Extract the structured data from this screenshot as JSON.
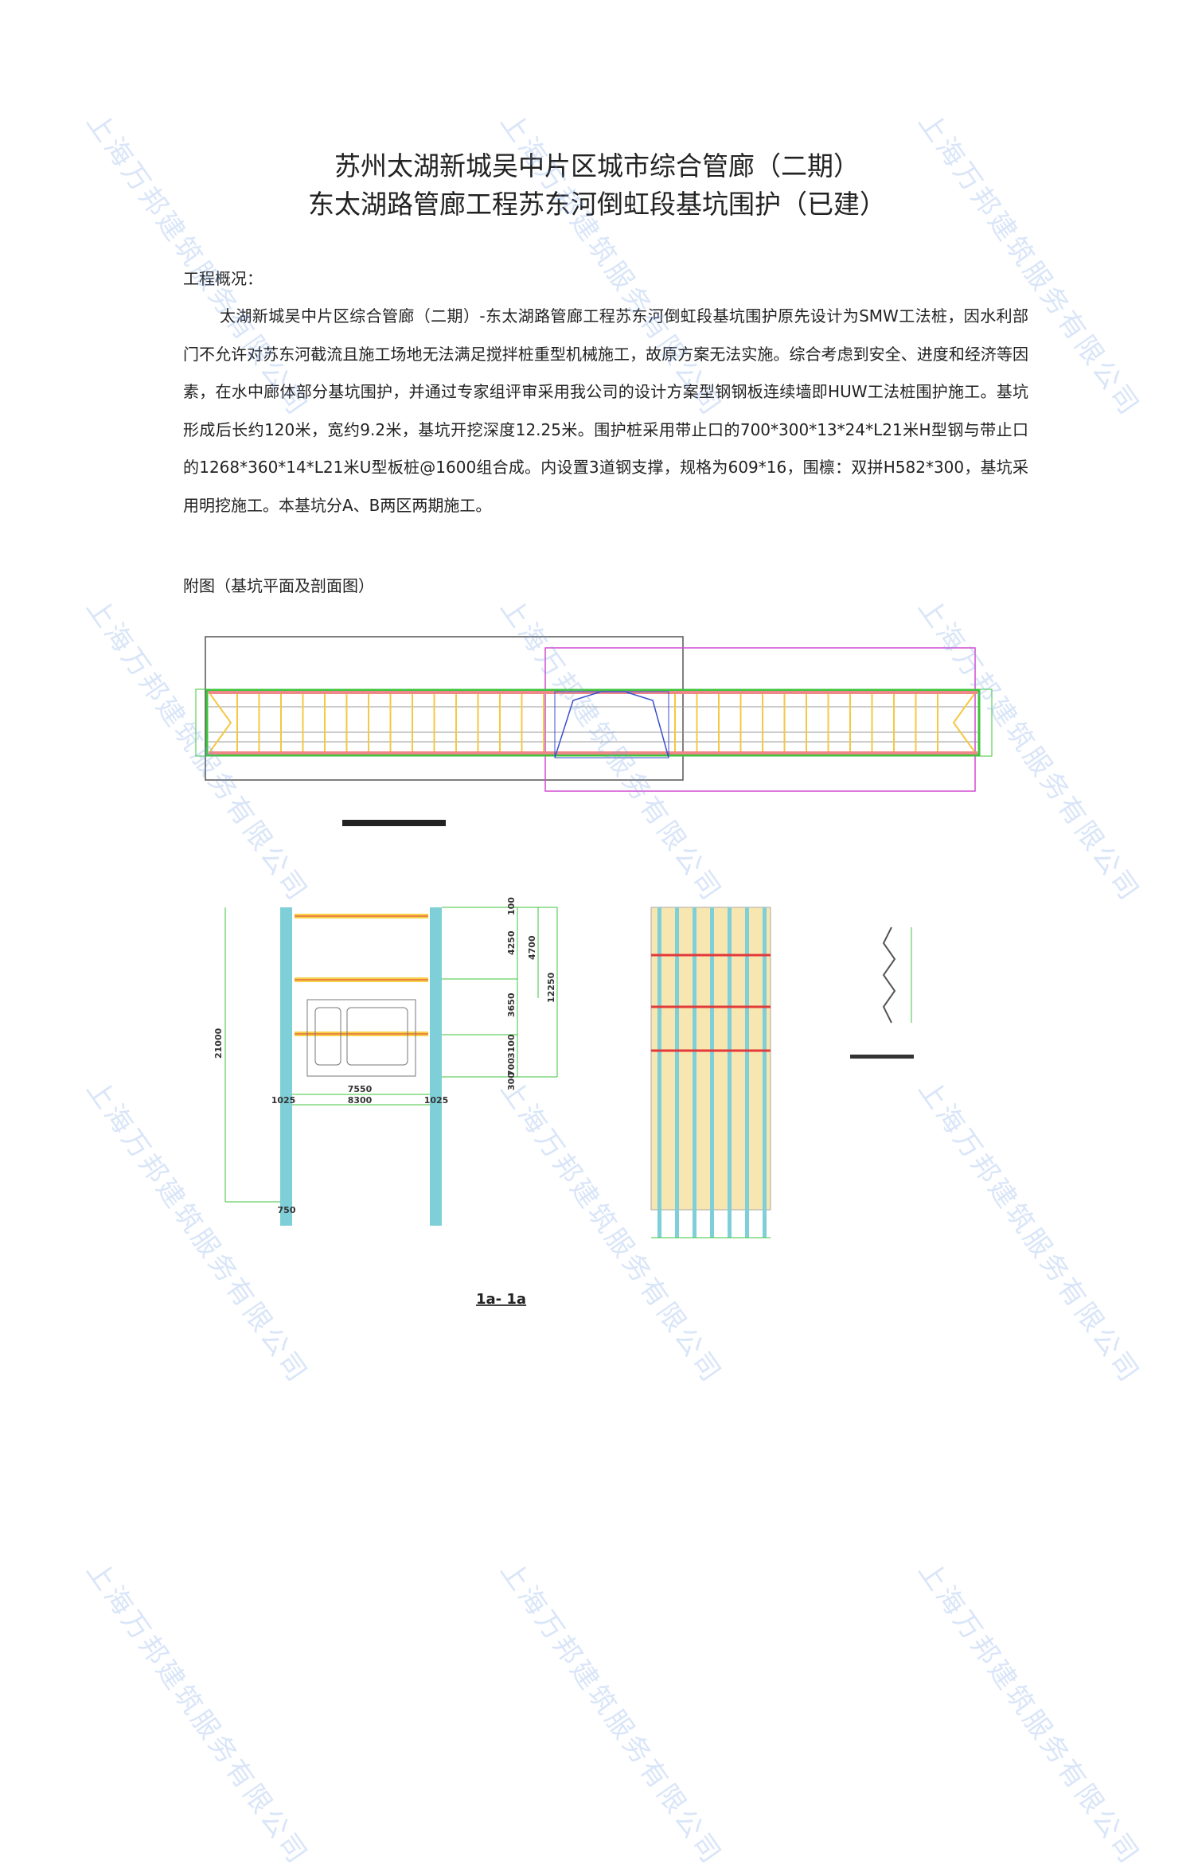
{
  "title": {
    "line1": "苏州太湖新城吴中片区城市综合管廊（二期）",
    "line2": "东太湖路管廊工程苏东河倒虹段基坑围护（已建）"
  },
  "overview": {
    "heading": "工程概况：",
    "paragraph": "太湖新城吴中片区综合管廊（二期）-东太湖路管廊工程苏东河倒虹段基坑围护原先设计为SMW工法桩，因水利部门不允许对苏东河截流且施工场地无法满足搅拌桩重型机械施工，故原方案无法实施。综合考虑到安全、进度和经济等因素，在水中廊体部分基坑围护，并通过专家组评审采用我公司的设计方案型钢钢板连续墙即HUW工法桩围护施工。基坑形成后长约120米，宽约9.2米，基坑开挖深度12.25米。围护桩采用带止口的700*300*13*24*L21米H型钢与带止口的1268*360*14*L21米U型板桩@1600组合成。内设置3道钢支撑，规格为609*16，围檩：双拼H582*300，基坑采用明挖施工。本基坑分A、B两区两期施工。",
    "figure_heading": "附图（基坑平面及剖面图）"
  },
  "drawings": {
    "section_label": "1a- 1a",
    "dims": {
      "inner_width": "7550",
      "total_width": "8300",
      "side_left": "1025",
      "side_right": "1025",
      "pile_width": "750",
      "depth_total": "21000",
      "d1": "100",
      "d2": "4250",
      "d3": "4700",
      "d4": "3650",
      "d5": "3100",
      "d6": "700",
      "d7": "300",
      "excavation": "12250"
    }
  },
  "watermark": "上海万邦建筑服务有限公司",
  "colors": {
    "pile": "#7fcfd8",
    "strut": "#f5d24a",
    "dim": "#3cc43c",
    "waler": "#e23a3a",
    "phase2": "#d24ad2"
  }
}
